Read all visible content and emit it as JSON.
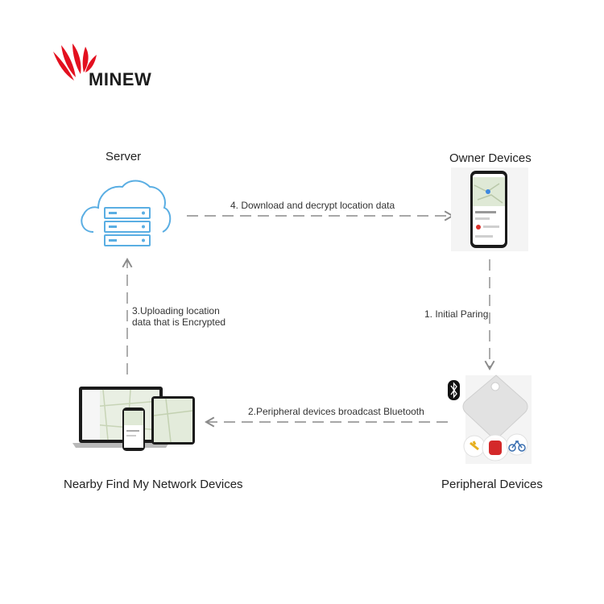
{
  "brand": {
    "name": "MINEW",
    "accent": "#e3101f"
  },
  "nodes": {
    "server": {
      "label": "Server",
      "icon": "cloud-server-icon"
    },
    "owner": {
      "label": "Owner Devices",
      "icon": "smartphone-icon"
    },
    "nearby": {
      "label": "Nearby Find My Network Devices",
      "icon": "devices-icon"
    },
    "peripheral": {
      "label": "Peripheral Devices",
      "icon": "tracker-tag-icon"
    }
  },
  "edges": {
    "download": "4. Download and decrypt location data",
    "upload_line1": "3.Uploading location",
    "upload_line2": "data that is Encrypted",
    "pairing": "1. Initial Paring",
    "broadcast": "2.Peripheral devices broadcast Bluetooth"
  },
  "colors": {
    "cloud": "#5aaee3",
    "arrow": "#8a8a8a"
  }
}
